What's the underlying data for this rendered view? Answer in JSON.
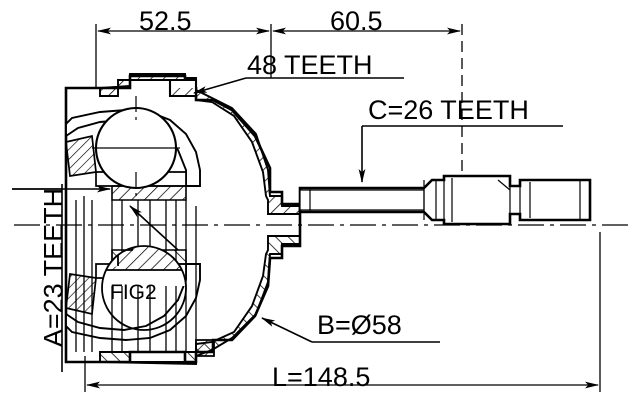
{
  "drawing": {
    "type": "cv-joint-outer-technical-drawing",
    "title": "",
    "units": "mm",
    "line_color": "#000000",
    "background": "#ffffff"
  },
  "dimensions": {
    "joint_length": "52.5",
    "shaft_length": "60.5",
    "overall_length": "L=148.5",
    "joint_diameter": "B=Ø58"
  },
  "annotations": {
    "abs_ring_teeth": "48 TEETH",
    "outer_spline_teeth": "C=26 TEETH",
    "inner_spline_teeth": "A=23 TEETH",
    "detail_callout": "FIG2"
  },
  "labels": [
    {
      "id": "dim-52-5",
      "text": "52.5",
      "role": "linear-dimension"
    },
    {
      "id": "dim-60-5",
      "text": "60.5",
      "role": "linear-dimension"
    },
    {
      "id": "note-48",
      "text": "48 TEETH",
      "role": "leader-note"
    },
    {
      "id": "note-c26",
      "text": "C=26 TEETH",
      "role": "leader-note"
    },
    {
      "id": "note-a23",
      "text": "A=23 TEETH",
      "role": "leader-note-vertical"
    },
    {
      "id": "note-b58",
      "text": "B=Ø58",
      "role": "leader-note"
    },
    {
      "id": "dim-l",
      "text": "L=148.5",
      "role": "overall-dimension"
    },
    {
      "id": "detail-fig2",
      "text": "FIG2",
      "role": "detail-bubble"
    }
  ]
}
